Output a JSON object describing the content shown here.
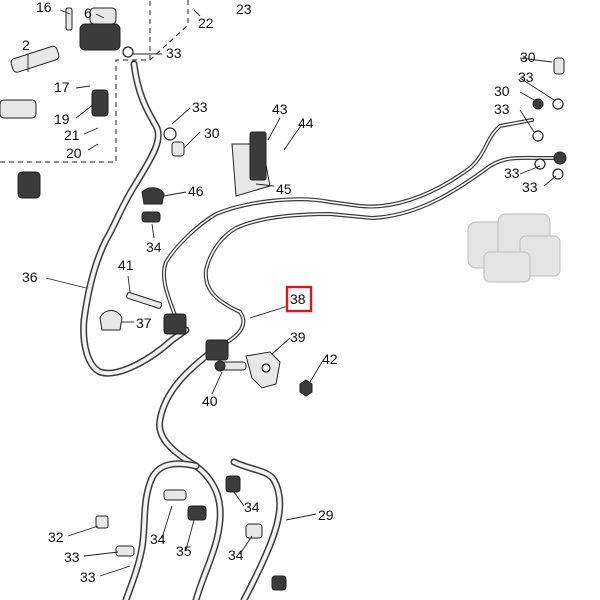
{
  "diagram": {
    "labels": [
      {
        "id": "16",
        "text": "16"
      },
      {
        "id": "6",
        "text": "6"
      },
      {
        "id": "22",
        "text": "22"
      },
      {
        "id": "23",
        "text": "23"
      },
      {
        "id": "2",
        "text": "2"
      },
      {
        "id": "33a",
        "text": "33"
      },
      {
        "id": "17",
        "text": "17"
      },
      {
        "id": "19",
        "text": "19"
      },
      {
        "id": "21",
        "text": "21"
      },
      {
        "id": "20",
        "text": "20"
      },
      {
        "id": "33b",
        "text": "33"
      },
      {
        "id": "30a",
        "text": "30"
      },
      {
        "id": "43",
        "text": "43"
      },
      {
        "id": "44",
        "text": "44"
      },
      {
        "id": "45",
        "text": "45"
      },
      {
        "id": "46",
        "text": "46"
      },
      {
        "id": "34a",
        "text": "34"
      },
      {
        "id": "30b",
        "text": "30"
      },
      {
        "id": "33c",
        "text": "33"
      },
      {
        "id": "30c",
        "text": "30"
      },
      {
        "id": "33d",
        "text": "33"
      },
      {
        "id": "33e",
        "text": "33"
      },
      {
        "id": "33f",
        "text": "33"
      },
      {
        "id": "36",
        "text": "36"
      },
      {
        "id": "41",
        "text": "41"
      },
      {
        "id": "37",
        "text": "37"
      },
      {
        "id": "38",
        "text": "38"
      },
      {
        "id": "39",
        "text": "39"
      },
      {
        "id": "42",
        "text": "42"
      },
      {
        "id": "40",
        "text": "40"
      },
      {
        "id": "34b",
        "text": "34"
      },
      {
        "id": "29",
        "text": "29"
      },
      {
        "id": "32",
        "text": "32"
      },
      {
        "id": "33g",
        "text": "33"
      },
      {
        "id": "34c",
        "text": "34"
      },
      {
        "id": "35",
        "text": "35"
      },
      {
        "id": "34d",
        "text": "34"
      },
      {
        "id": "33h",
        "text": "33"
      }
    ],
    "highlighted_label": "38",
    "highlight_color": "#e0141e"
  }
}
